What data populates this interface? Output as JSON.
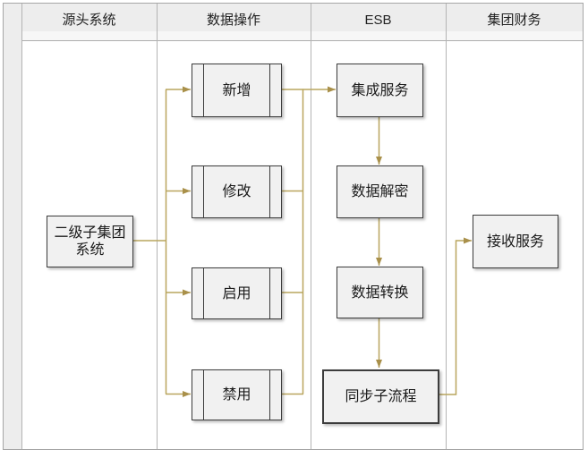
{
  "diagram": {
    "lane_headers": [
      "源头系统",
      "数据操作",
      "ESB",
      "集团财务"
    ],
    "nodes": {
      "source": "二级子集团\n系统",
      "add": "新增",
      "modify": "修改",
      "enable": "启用",
      "disable": "禁用",
      "integration_service": "集成服务",
      "data_decrypt": "数据解密",
      "data_transform": "数据转换",
      "sync_subflow": "同步子流程",
      "receive_service": "接收服务"
    },
    "edges": [
      {
        "from": "source",
        "to": "add"
      },
      {
        "from": "source",
        "to": "modify"
      },
      {
        "from": "source",
        "to": "enable"
      },
      {
        "from": "source",
        "to": "disable"
      },
      {
        "from": "add",
        "to": "integration_service"
      },
      {
        "from": "modify",
        "to": "integration_service"
      },
      {
        "from": "enable",
        "to": "integration_service"
      },
      {
        "from": "disable",
        "to": "integration_service"
      },
      {
        "from": "integration_service",
        "to": "data_decrypt"
      },
      {
        "from": "data_decrypt",
        "to": "data_transform"
      },
      {
        "from": "data_transform",
        "to": "sync_subflow"
      },
      {
        "from": "sync_subflow",
        "to": "receive_service"
      }
    ],
    "colors": {
      "connector": "#b9a55e",
      "arrowhead": "#a9904a",
      "node_fill": "#f1f1f1",
      "node_border": "#3c3c3c",
      "header_bg": "#ededed",
      "grid_border": "#b4b4b4",
      "frame_bg": "#ffffff"
    }
  }
}
